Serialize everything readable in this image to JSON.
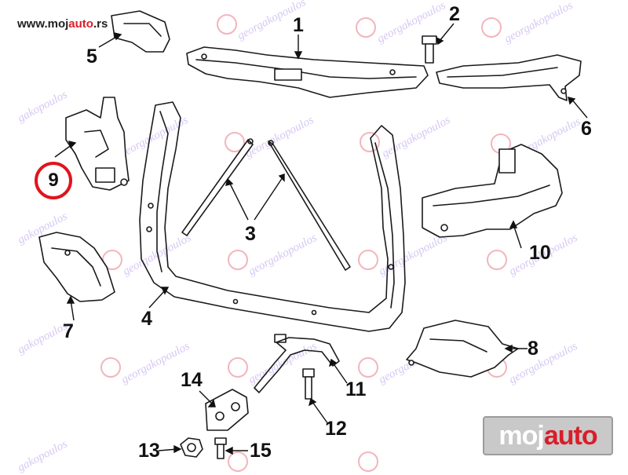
{
  "header": {
    "site_prefix": "www.moj",
    "site_brand": "auto",
    "site_suffix": ".rs"
  },
  "watermark": {
    "text": "georgakopoulos",
    "partial_text": "gakopoulos"
  },
  "logo": {
    "part_a": "moj",
    "part_b": "auto"
  },
  "colors": {
    "highlight_ring": "#e0141e",
    "brand_red": "#d81e2a",
    "watermark": "#d6c8f2"
  },
  "parts": [
    {
      "number": "1",
      "highlighted": false
    },
    {
      "number": "2",
      "highlighted": false
    },
    {
      "number": "3",
      "highlighted": false
    },
    {
      "number": "4",
      "highlighted": false
    },
    {
      "number": "5",
      "highlighted": false
    },
    {
      "number": "6",
      "highlighted": false
    },
    {
      "number": "7",
      "highlighted": false
    },
    {
      "number": "8",
      "highlighted": false
    },
    {
      "number": "9",
      "highlighted": true
    },
    {
      "number": "10",
      "highlighted": false
    },
    {
      "number": "11",
      "highlighted": false
    },
    {
      "number": "12",
      "highlighted": false
    },
    {
      "number": "13",
      "highlighted": false
    },
    {
      "number": "14",
      "highlighted": false
    },
    {
      "number": "15",
      "highlighted": false
    }
  ]
}
